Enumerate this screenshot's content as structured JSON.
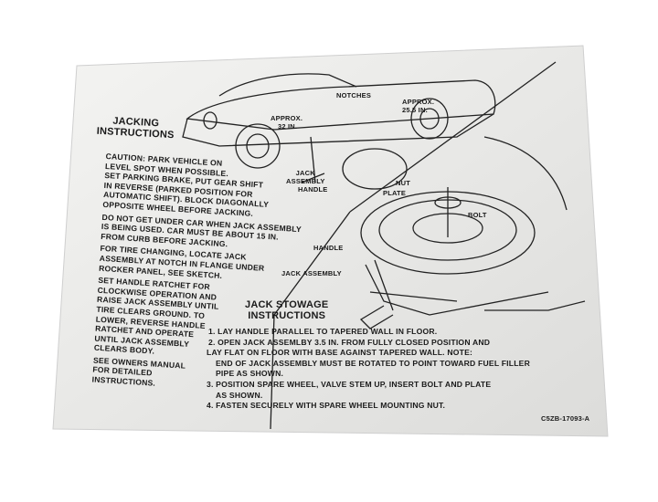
{
  "jacking": {
    "title_line1": "JACKING",
    "title_line2": "INSTRUCTIONS",
    "paragraphs": [
      [
        "CAUTION: PARK VEHICLE ON",
        "LEVEL SPOT WHEN POSSIBLE.",
        "SET PARKING BRAKE, PUT GEAR SHIFT",
        "IN REVERSE (PARKED POSITION FOR",
        "AUTOMATIC SHIFT). BLOCK DIAGONALLY",
        "OPPOSITE WHEEL BEFORE JACKING."
      ],
      [
        "DO NOT GET UNDER CAR WHEN JACK ASSEMBLY",
        "IS BEING USED. CAR MUST BE ABOUT 15 IN.",
        "FROM CURB BEFORE JACKING."
      ],
      [
        "FOR TIRE CHANGING, LOCATE JACK",
        "ASSEMBLY AT NOTCH IN FLANGE UNDER",
        "ROCKER PANEL, SEE SKETCH."
      ],
      [
        "SET HANDLE RATCHET FOR",
        "CLOCKWISE OPERATION AND",
        "RAISE JACK ASSEMBLY UNTIL",
        "TIRE CLEARS GROUND. TO",
        "LOWER, REVERSE HANDLE",
        "RATCHET AND OPERATE",
        "UNTIL JACK ASSEMBLY",
        "CLEARS BODY."
      ],
      [
        "SEE OWNERS MANUAL",
        "FOR DETAILED",
        "INSTRUCTIONS."
      ]
    ]
  },
  "diagram_labels": {
    "approx_front_1": "APPROX.",
    "approx_front_2": "32 IN.",
    "notches": "NOTCHES",
    "approx_rear_1": "APPROX.",
    "approx_rear_2": "25.5 IN.",
    "jack_assembly_1": "JACK",
    "jack_assembly_2": "ASSEMBLY",
    "handle": "HANDLE",
    "nut": "NUT",
    "plate": "PLATE",
    "bolt": "BOLT",
    "stow_handle": "HANDLE",
    "stow_jack_assembly": "JACK ASSEMBLY"
  },
  "stowage": {
    "title_line1": "JACK STOWAGE",
    "title_line2": "INSTRUCTIONS",
    "lines": [
      "1. LAY HANDLE PARALLEL TO TAPERED WALL IN FLOOR.",
      "2. OPEN JACK ASSEMLBY 3.5 IN. FROM FULLY CLOSED POSITION AND",
      "LAY FLAT ON FLOOR WITH BASE AGAINST TAPERED WALL. NOTE:",
      "END OF JACK ASSEMBLY MUST BE ROTATED TO POINT TOWARD FUEL FILLER",
      "PIPE AS SHOWN.",
      "3. POSITION SPARE WHEEL, VALVE STEM UP, INSERT BOLT AND PLATE",
      "AS SHOWN.",
      "4. FASTEN SECURELY WITH SPARE WHEEL MOUNTING NUT."
    ]
  },
  "part_number": "C5ZB-17093-A"
}
